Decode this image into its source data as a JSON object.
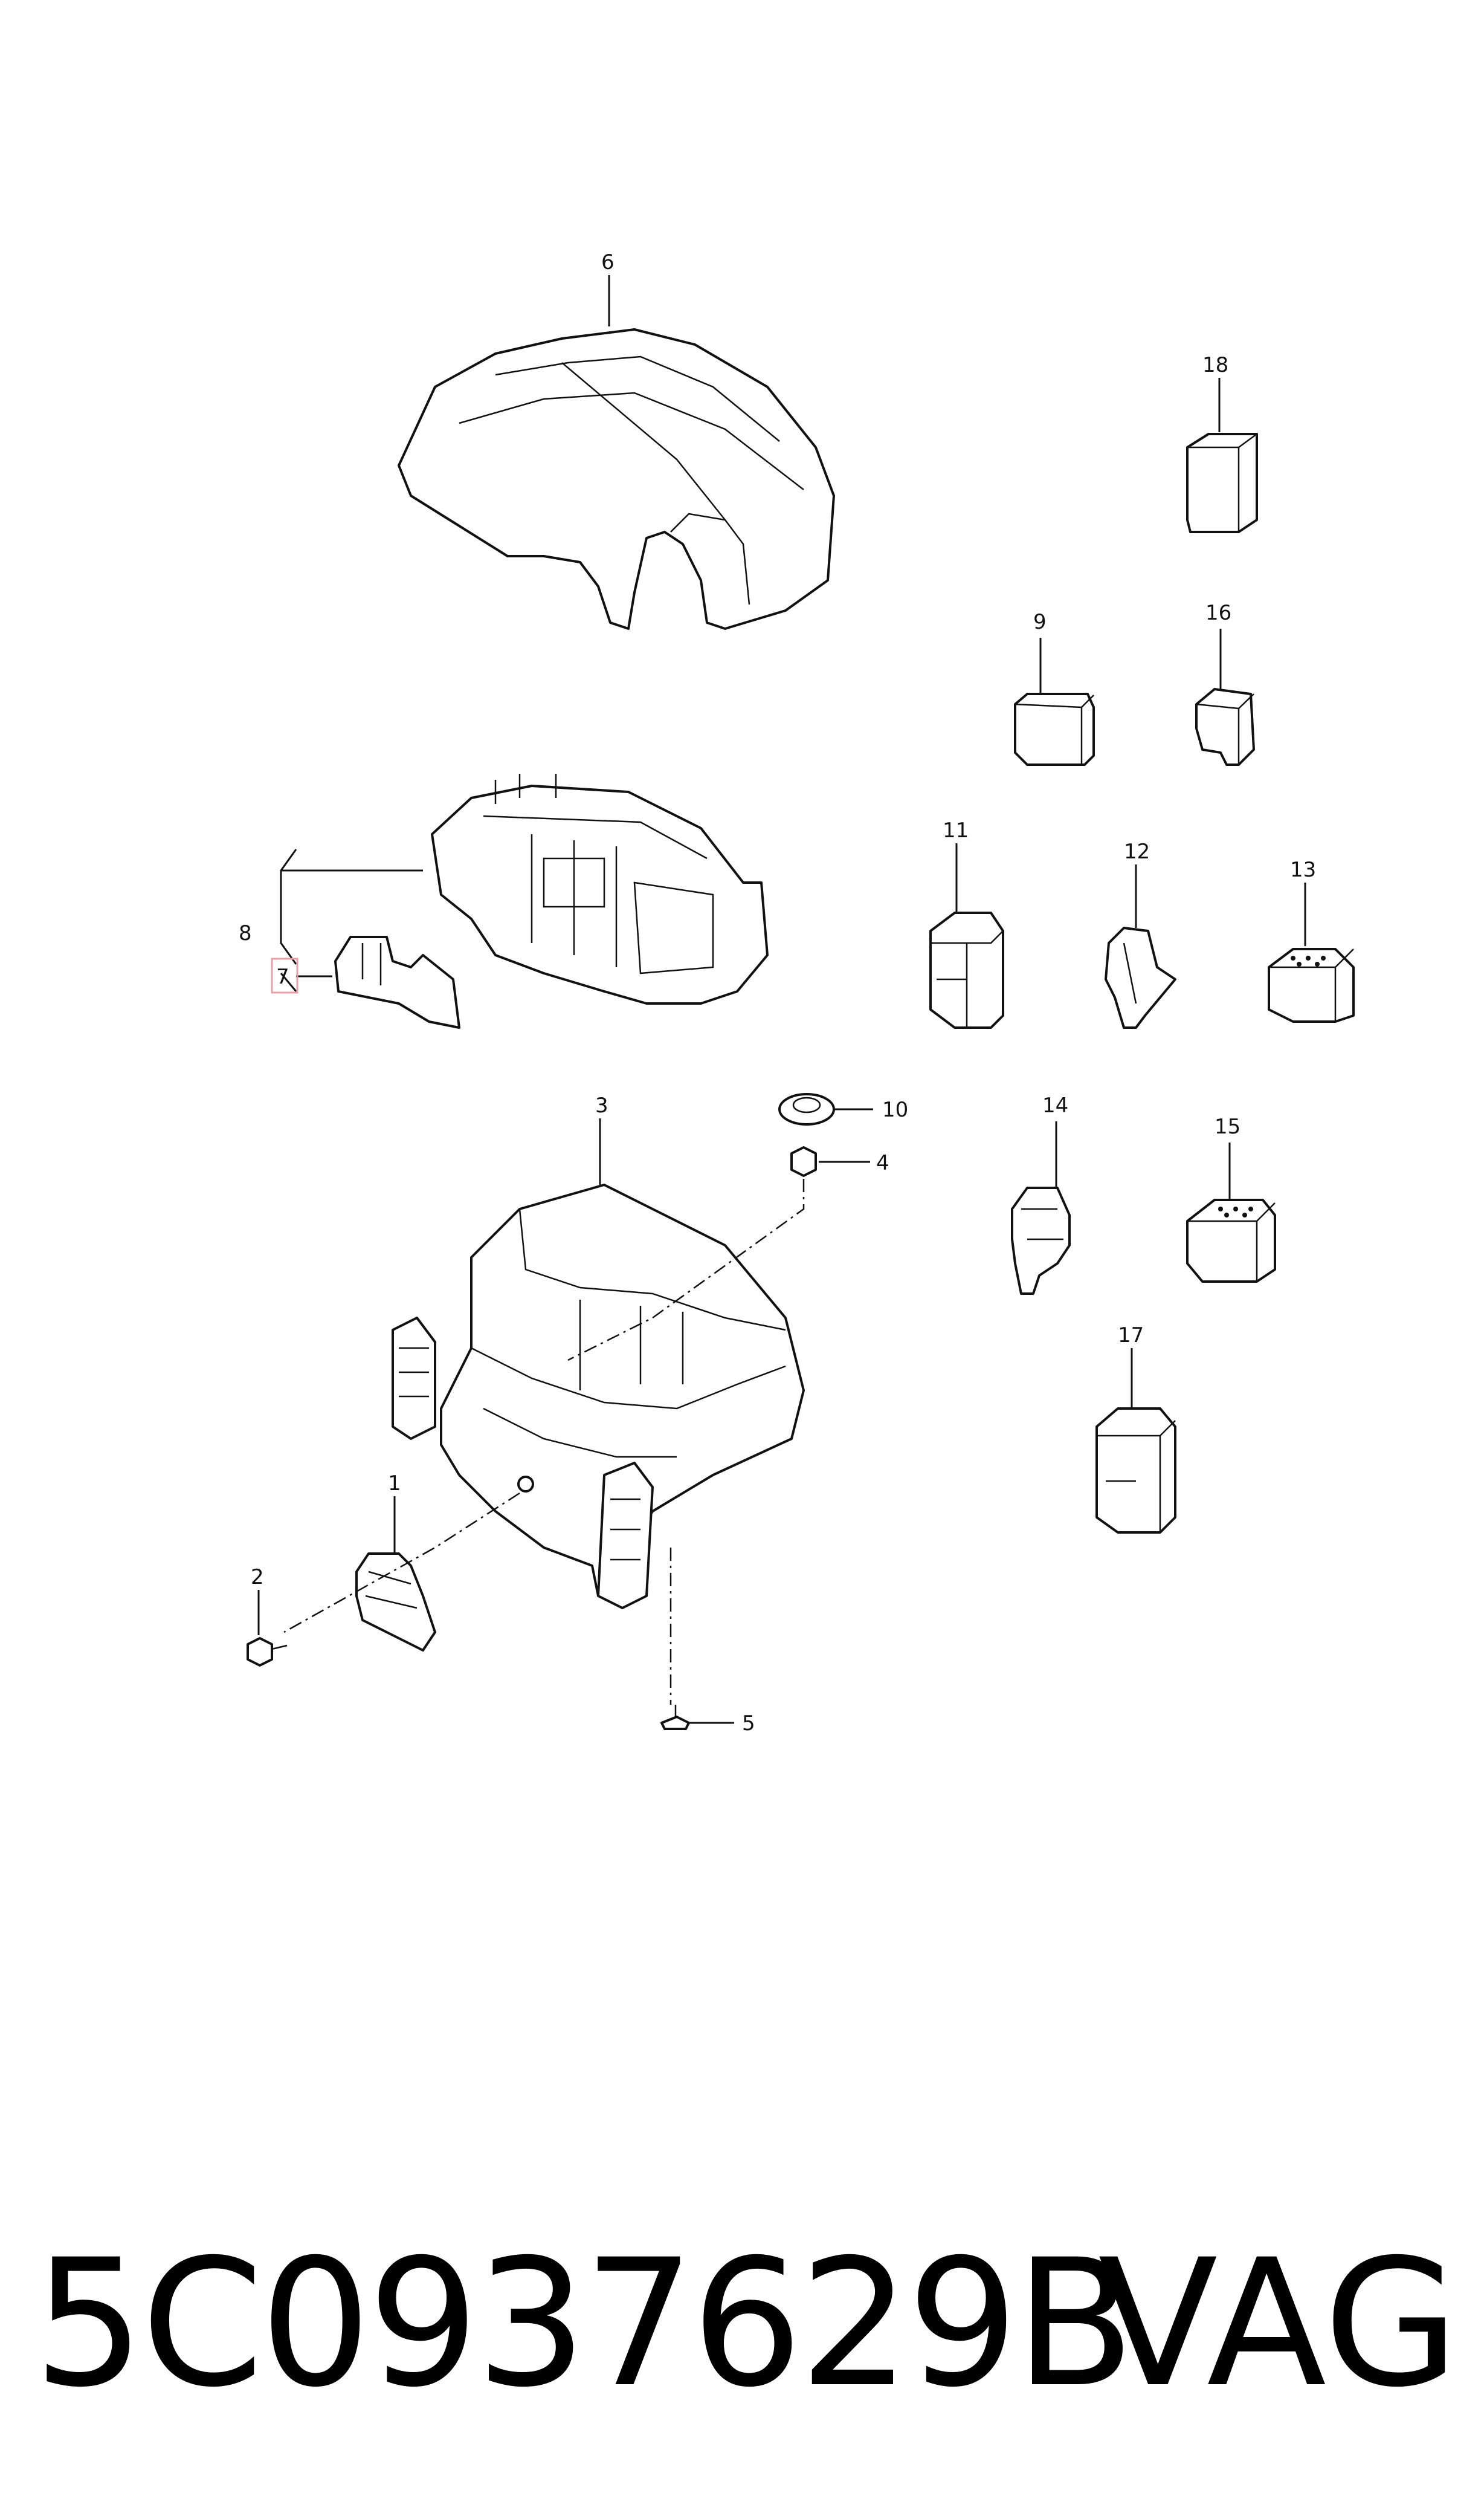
{
  "callouts": {
    "c1": "1",
    "c2": "2",
    "c3": "3",
    "c4": "4",
    "c5": "5",
    "c6": "6",
    "c7": "7",
    "c8": "8",
    "c9": "9",
    "c10": "10",
    "c11": "11",
    "c12": "12",
    "c13": "13",
    "c14": "14",
    "c15": "15",
    "c16": "16",
    "c17": "17",
    "c18": "18"
  },
  "highlight_color": "#e8a0a8",
  "footer": {
    "part_number": "5C0937629B",
    "brand": "VAG"
  }
}
